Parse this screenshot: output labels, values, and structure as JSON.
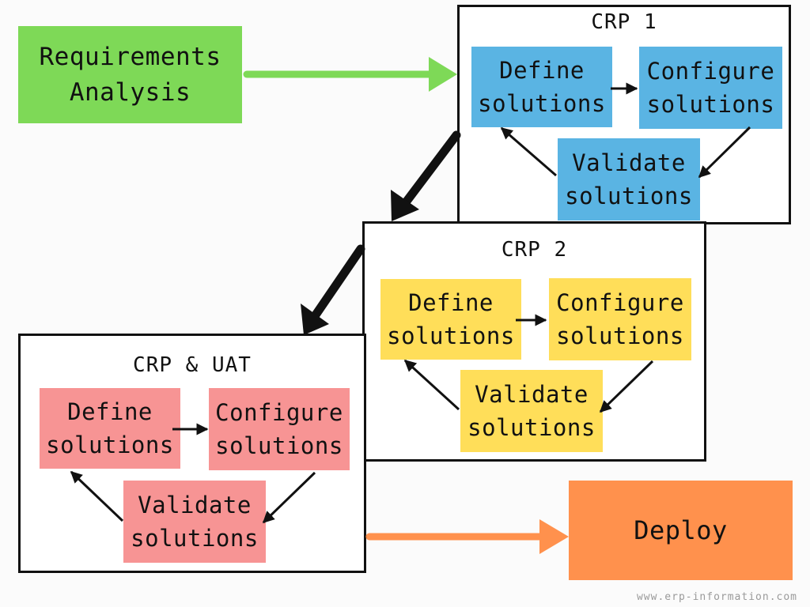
{
  "requirements": {
    "line1": "Requirements",
    "line2": "Analysis"
  },
  "deploy": {
    "label": "Deploy"
  },
  "crp1": {
    "title": "CRP 1",
    "define": {
      "line1": "Define",
      "line2": "solutions"
    },
    "configure": {
      "line1": "Configure",
      "line2": "solutions"
    },
    "validate": {
      "line1": "Validate",
      "line2": "solutions"
    }
  },
  "crp2": {
    "title": "CRP 2",
    "define": {
      "line1": "Define",
      "line2": "solutions"
    },
    "configure": {
      "line1": "Configure",
      "line2": "solutions"
    },
    "validate": {
      "line1": "Validate",
      "line2": "solutions"
    }
  },
  "crp_uat": {
    "title": "CRP & UAT",
    "define": {
      "line1": "Define",
      "line2": "solutions"
    },
    "configure": {
      "line1": "Configure",
      "line2": "solutions"
    },
    "validate": {
      "line1": "Validate",
      "line2": "solutions"
    }
  },
  "watermark": "www.erp-information.com",
  "colors": {
    "requirements": "#7ed957",
    "crp1_box": "#5ab4e3",
    "crp2_box": "#ffde59",
    "crp_uat_box": "#f79494",
    "deploy": "#ff914d",
    "green_arrow": "#7ed957",
    "orange_arrow": "#ff914d",
    "line": "#111111"
  }
}
